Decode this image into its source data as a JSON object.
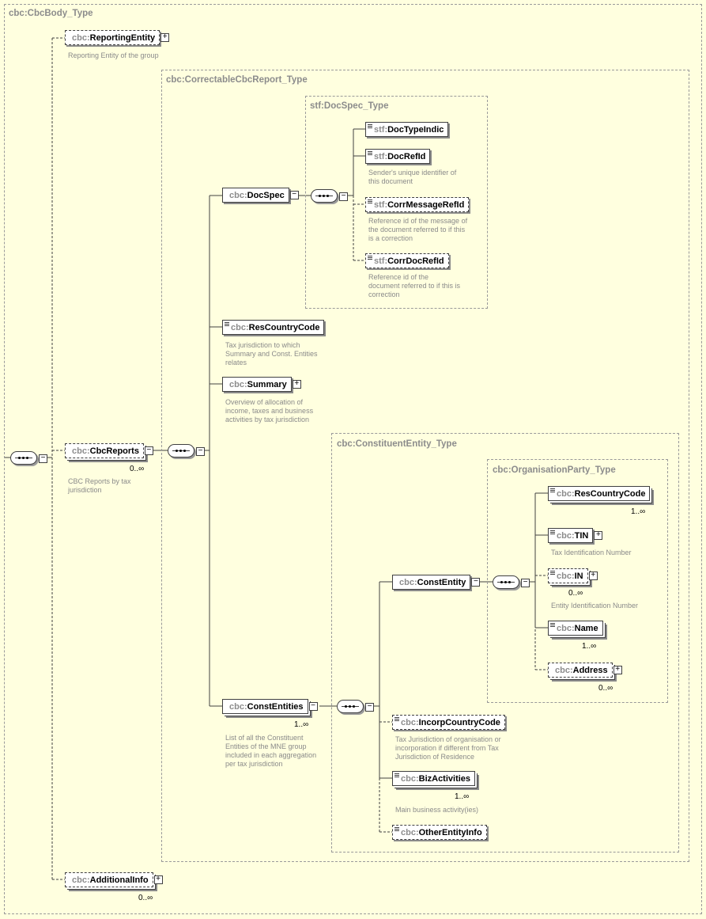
{
  "frames": {
    "body": "cbc:CbcBody_Type",
    "report": "cbc:CorrectableCbcReport_Type",
    "docspec": "stf:DocSpec_Type",
    "constentity": "cbc:ConstituentEntity_Type",
    "orgparty": "cbc:OrganisationParty_Type"
  },
  "elements": {
    "reporting_entity": {
      "prefix": "cbc:",
      "name": "ReportingEntity",
      "note": "Reporting Entity of the group"
    },
    "cbc_reports": {
      "prefix": "cbc:",
      "name": "CbcReports",
      "mult": "0..∞",
      "note": "CBC Reports by tax\njurisdiction"
    },
    "additional_info": {
      "prefix": "cbc:",
      "name": "AdditionalInfo",
      "mult": "0..∞"
    },
    "docspec": {
      "prefix": "cbc:",
      "name": "DocSpec"
    },
    "doc_type_indic": {
      "prefix": "stf:",
      "name": "DocTypeIndic"
    },
    "doc_ref_id": {
      "prefix": "stf:",
      "name": "DocRefId",
      "note": "Sender's unique identifier of\nthis document"
    },
    "corr_message_ref_id": {
      "prefix": "stf:",
      "name": "CorrMessageRefId",
      "note": "Reference id of the message of\nthe document referred to if this\nis a correction"
    },
    "corr_doc_ref_id": {
      "prefix": "stf:",
      "name": "CorrDocRefId",
      "note": "Reference id of the\ndocument referred to if this is\ncorrection"
    },
    "res_country_code": {
      "prefix": "cbc:",
      "name": "ResCountryCode",
      "note": "Tax jurisdiction to which\nSummary and Const. Entities\nrelates"
    },
    "summary": {
      "prefix": "cbc:",
      "name": "Summary",
      "note": "Overview of allocation of\nincome, taxes and business\nactivities by tax jurisdiction"
    },
    "const_entities": {
      "prefix": "cbc:",
      "name": "ConstEntities",
      "mult": "1..∞",
      "note": "List of all the Constituent\nEntities of the MNE group\nincluded in each aggregation\nper tax jurisdiction"
    },
    "const_entity": {
      "prefix": "cbc:",
      "name": "ConstEntity"
    },
    "org_res_country_code": {
      "prefix": "cbc:",
      "name": "ResCountryCode",
      "mult": "1..∞"
    },
    "tin": {
      "prefix": "cbc:",
      "name": "TIN",
      "note": "Tax Identification Number"
    },
    "in": {
      "prefix": "cbc:",
      "name": "IN",
      "mult": "0..∞",
      "note": "Entity Identification Number"
    },
    "name": {
      "prefix": "cbc:",
      "name": "Name",
      "mult": "1..∞"
    },
    "address": {
      "prefix": "cbc:",
      "name": "Address",
      "mult": "0..∞"
    },
    "incorp_country_code": {
      "prefix": "cbc:",
      "name": "IncorpCountryCode",
      "note": "Tax Jurisdiction of organisation or\nincorporation if different from Tax\nJurisdiction of Residence"
    },
    "biz_activities": {
      "prefix": "cbc:",
      "name": "BizActivities",
      "mult": "1..∞",
      "note": "Main business activity(ies)"
    },
    "other_entity_info": {
      "prefix": "cbc:",
      "name": "OtherEntityInfo"
    }
  },
  "icons": {
    "expand": "plus-box-icon",
    "collapse": "minus-box-icon",
    "sequence": "sequence-compositor-icon",
    "simple_content": "simple-content-icon"
  },
  "colors": {
    "background": "#ffffdf",
    "border": "#404040",
    "prefix": "#8c8c8c",
    "note": "#8a8a8a"
  },
  "symbols": {
    "plus": "+",
    "minus": "−"
  }
}
